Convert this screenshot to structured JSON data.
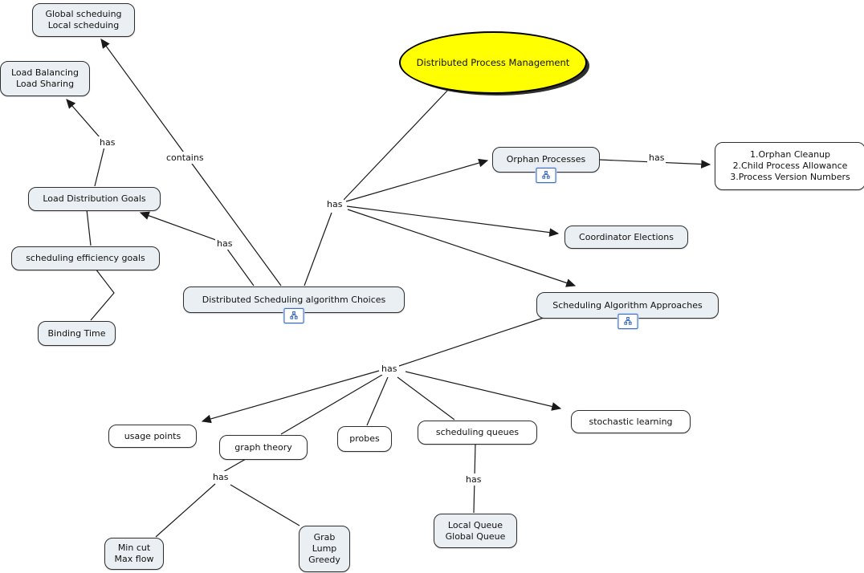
{
  "diagram": {
    "title": "Distributed Process Management concept map",
    "root": {
      "label": "Distributed Process Management"
    },
    "nodes": {
      "global_scheduling": {
        "label": "Global scheduing\nLocal scheduing"
      },
      "load_balancing": {
        "label": "Load Balancing\nLoad Sharing"
      },
      "load_distribution_goals": {
        "label": "Load Distribution Goals"
      },
      "scheduling_efficiency_goals": {
        "label": "scheduling efficiency goals"
      },
      "binding_time": {
        "label": "Binding Time"
      },
      "distributed_scheduling_choices": {
        "label": "Distributed Scheduling algorithm Choices",
        "has_resource_icon": true
      },
      "orphan_processes": {
        "label": "Orphan Processes",
        "has_resource_icon": true
      },
      "orphan_details": {
        "label": "1.Orphan Cleanup\n2.Child Process Allowance\n3.Process Version Numbers"
      },
      "coordinator_elections": {
        "label": "Coordinator Elections"
      },
      "scheduling_algorithm_approaches": {
        "label": "Scheduling Algorithm Approaches",
        "has_resource_icon": true
      },
      "usage_points": {
        "label": "usage points"
      },
      "graph_theory": {
        "label": "graph theory"
      },
      "probes": {
        "label": "probes"
      },
      "scheduling_queues": {
        "label": "scheduling queues"
      },
      "stochastic_learning": {
        "label": "stochastic learning"
      },
      "min_cut_max_flow": {
        "label": "Min cut\nMax flow"
      },
      "grab_lump_greedy": {
        "label": "Grab\nLump\nGreedy"
      },
      "local_global_queue": {
        "label": "Local Queue\nGlobal Queue"
      }
    },
    "edges": [
      {
        "from": "Distributed Process Management",
        "label": "has",
        "to": [
          "Orphan Processes",
          "Coordinator Elections",
          "Scheduling Algorithm Approaches",
          "Distributed Scheduling algorithm Choices"
        ]
      },
      {
        "from": "Distributed Scheduling algorithm Choices",
        "label": "contains",
        "to": [
          "Global scheduing\nLocal scheduing"
        ]
      },
      {
        "from": "Distributed Scheduling algorithm Choices",
        "label": "has",
        "to": [
          "Load Distribution Goals"
        ]
      },
      {
        "from": "Load Distribution Goals",
        "label": "has",
        "to": [
          "Load Balancing\nLoad Sharing"
        ]
      },
      {
        "from": "Load Distribution Goals",
        "label": "",
        "to": [
          "scheduling efficiency goals"
        ]
      },
      {
        "from": "scheduling efficiency goals",
        "label": "",
        "to": [
          "Binding Time"
        ]
      },
      {
        "from": "Orphan Processes",
        "label": "has",
        "to": [
          "1.Orphan Cleanup\n2.Child Process Allowance\n3.Process Version Numbers"
        ]
      },
      {
        "from": "Scheduling Algorithm Approaches",
        "label": "has",
        "to": [
          "usage points",
          "graph theory",
          "probes",
          "scheduling queues",
          "stochastic learning"
        ]
      },
      {
        "from": "graph theory",
        "label": "has",
        "to": [
          "Min cut\nMax flow",
          "Grab\nLump\nGreedy"
        ]
      },
      {
        "from": "scheduling queues",
        "label": "has",
        "to": [
          "Local Queue\nGlobal Queue"
        ]
      }
    ],
    "icons": {
      "resource": "orgchart-icon"
    },
    "colors": {
      "root_fill": "#ffff00",
      "node_fill": "#e9eff2",
      "white_node_fill": "#ffffff",
      "border": "#2e2e2e",
      "line": "#1a1a1a",
      "icon_blue": "#3a6cc8"
    }
  }
}
